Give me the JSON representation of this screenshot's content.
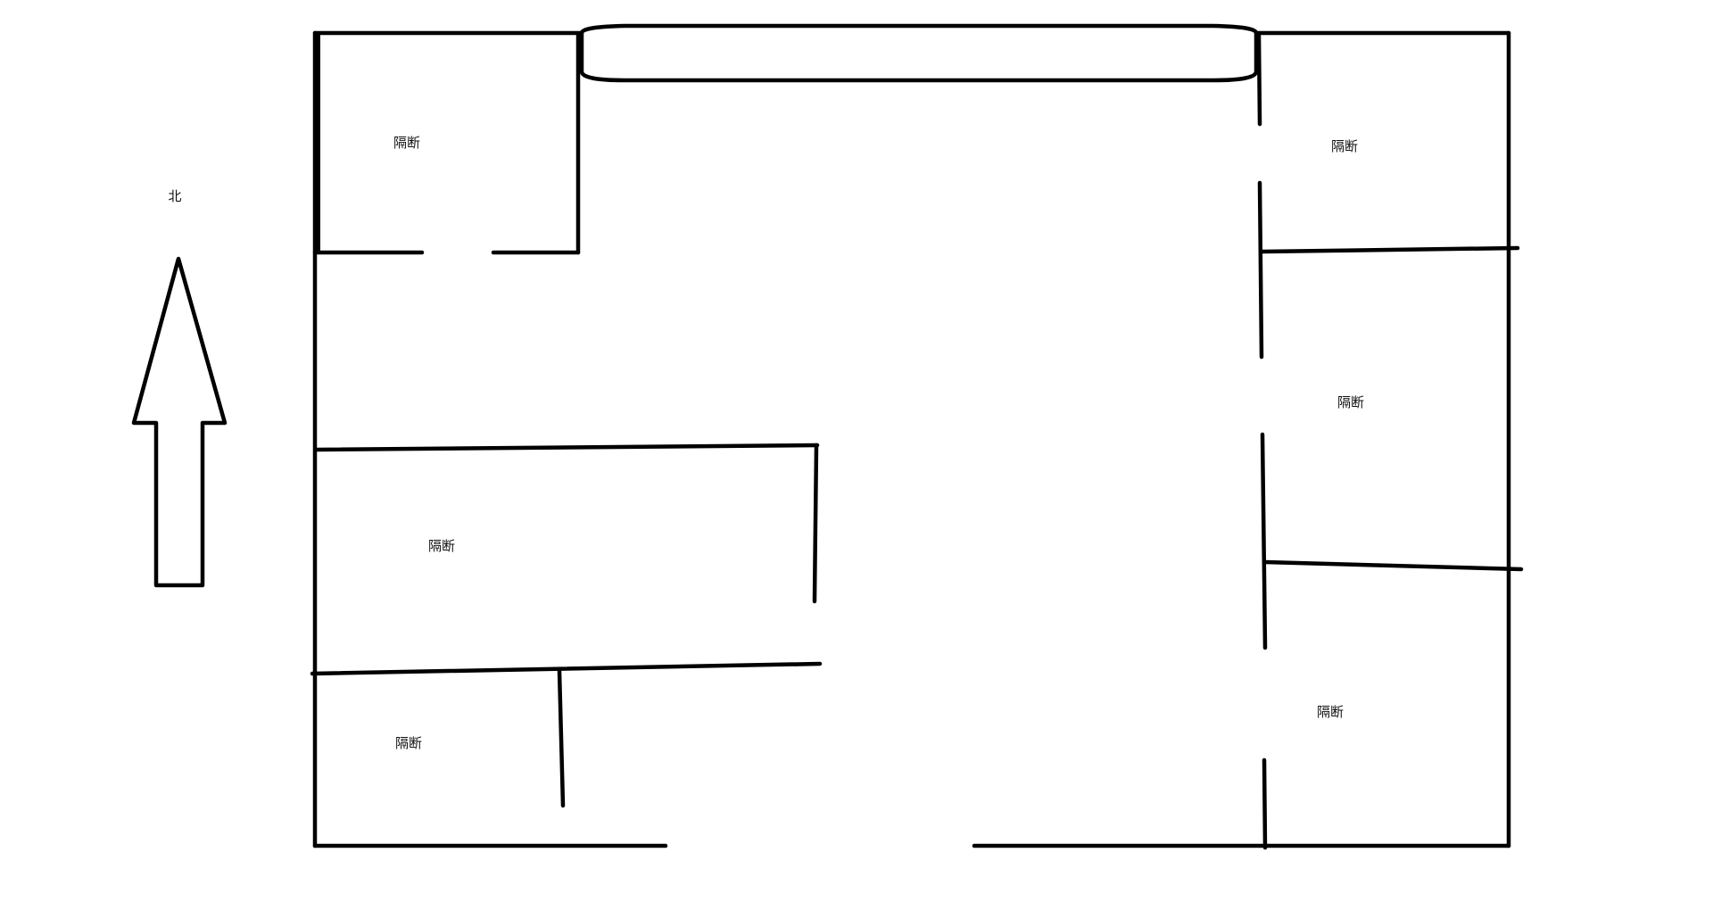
{
  "compass": {
    "north_label": "北"
  },
  "rooms": [
    {
      "id": "northwest",
      "label": "隔断"
    },
    {
      "id": "west-middle",
      "label": "隔断"
    },
    {
      "id": "southwest",
      "label": "隔断"
    },
    {
      "id": "east-north",
      "label": "隔断"
    },
    {
      "id": "east-middle",
      "label": "隔断"
    },
    {
      "id": "east-south",
      "label": "隔断"
    }
  ],
  "colors": {
    "line": "#000000",
    "background": "#ffffff"
  }
}
